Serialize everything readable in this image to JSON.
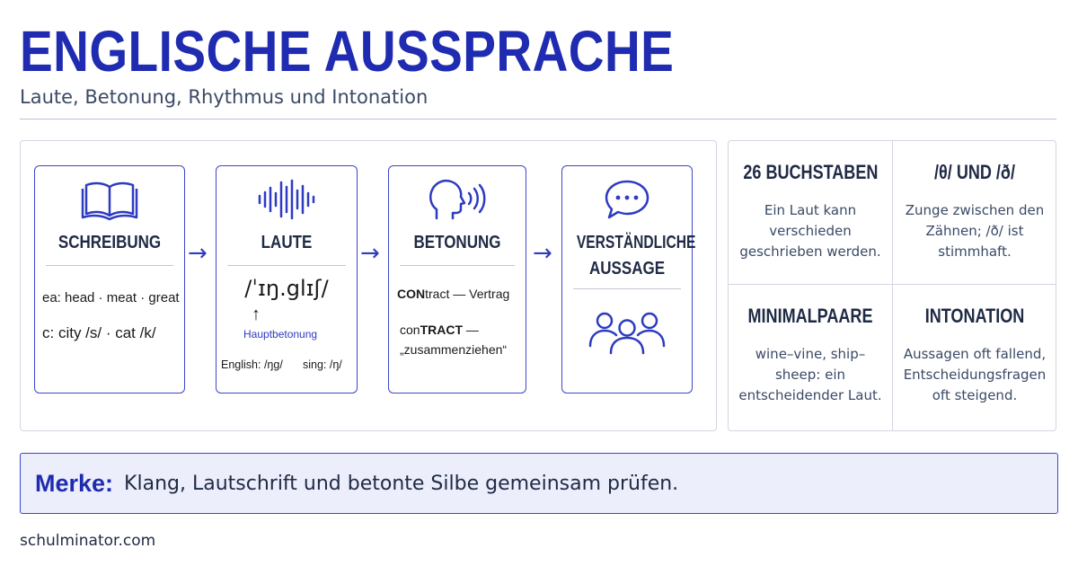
{
  "header": {
    "title": "ENGLISCHE AUSSPRACHE",
    "subtitle": "Laute, Betonung, Rhythmus und Intonation"
  },
  "flow": {
    "cards": [
      {
        "icon": "book-icon",
        "heading": "SCHREIBUNG",
        "lines": [
          "ea: head · meat · great",
          "c: city /s/ · cat /k/"
        ]
      },
      {
        "icon": "sound-wave-icon",
        "heading": "LAUTE",
        "ipa": "/ˈɪŋ.glɪʃ/",
        "stress_arrow": "↑",
        "stress_label": "Hauptbetonung",
        "example_left": "English: /ŋg/",
        "example_right": "sing: /ŋ/"
      },
      {
        "icon": "speaking-head-icon",
        "heading": "BETONUNG",
        "noun_stress": "CON",
        "noun_rest": "tract — Vertrag",
        "verb_pre": "con",
        "verb_stress": "TRACT",
        "verb_dash": " —",
        "verb_meaning": "„zusammenziehen“"
      },
      {
        "icon": "speech-bubble-icon",
        "heading_line1": "VERSTÄNDLICHE",
        "heading_line2": "AUSSAGE",
        "icon2": "group-icon"
      }
    ],
    "arrow_glyph": "→"
  },
  "tiles": [
    {
      "heading": "26 BUCHSTABEN",
      "text": "Ein Laut kann verschieden geschrieben werden."
    },
    {
      "heading": "/θ/ UND /ð/",
      "text": "Zunge zwischen den Zähnen; /ð/ ist stimmhaft."
    },
    {
      "heading": "MINIMALPAARE",
      "text": "wine–vine, ship–sheep: ein entscheidender Laut."
    },
    {
      "heading": "INTONATION",
      "text": "Aussagen oft fallend, Entscheidungsfragen oft steigend."
    }
  ],
  "merke": {
    "label": "Merke:",
    "text": "Klang, Lautschrift und betonte Silbe gemeinsam prüfen."
  },
  "footer": {
    "site": "schulminator.com"
  },
  "colors": {
    "accent": "#1f2bb0",
    "border": "#3d47c7",
    "merke_bg": "#eceefb",
    "text": "#1f2a44"
  }
}
